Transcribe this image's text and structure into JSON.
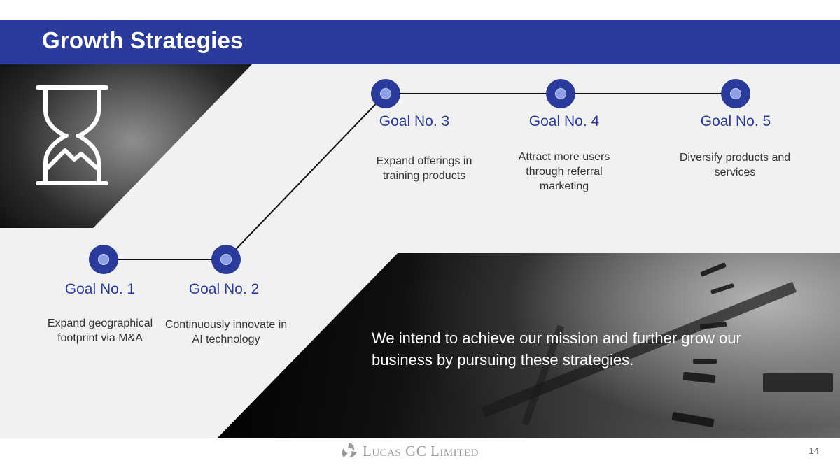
{
  "title": "Growth Strategies",
  "goals": [
    {
      "label": "Goal No. 1",
      "description": "Expand geographical footprint via M&A"
    },
    {
      "label": "Goal No. 2",
      "description": "Continuously innovate in AI technology"
    },
    {
      "label": "Goal No. 3",
      "description": "Expand offerings in training products"
    },
    {
      "label": "Goal No. 4",
      "description": "Attract more users through referral marketing"
    },
    {
      "label": "Goal No. 5",
      "description": "Diversify products and services"
    }
  ],
  "mission": "We intend to achieve our mission and further grow our business by pursuing these strategies.",
  "footer": {
    "company": "Lucas GC Limited",
    "page_number": "14"
  },
  "icons": [
    "hourglass-icon",
    "logo-emblem-icon"
  ],
  "colors": {
    "brand_blue": "#2a3b9c",
    "node_dot": "#8da0e6",
    "background": "#f1f1f2"
  }
}
